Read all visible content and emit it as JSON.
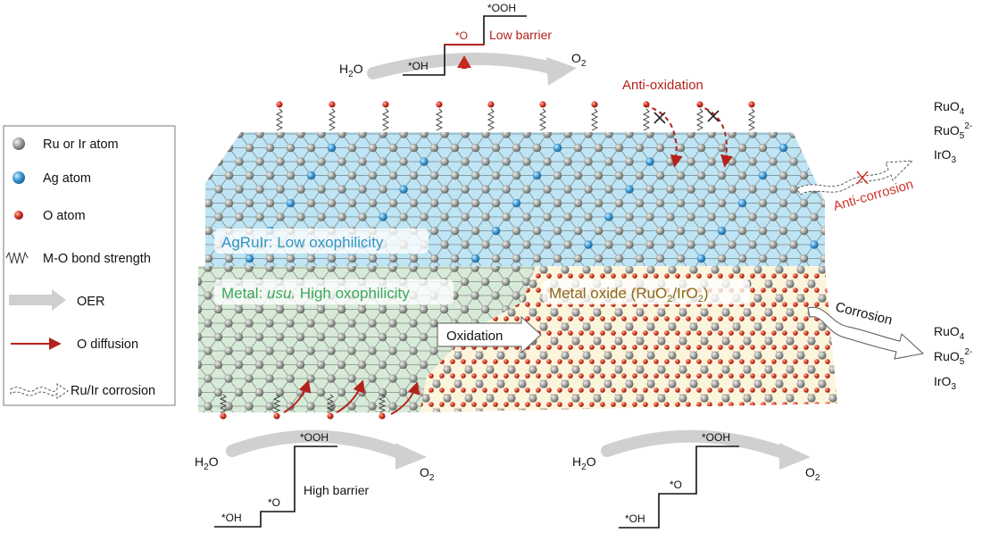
{
  "legend": {
    "items": [
      {
        "label": "Ru or Ir atom",
        "icon": "gray-atom-icon"
      },
      {
        "label": "Ag atom",
        "icon": "blue-atom-icon"
      },
      {
        "label": "O atom",
        "icon": "red-atom-icon"
      },
      {
        "label": "M-O bond strength",
        "icon": "zigzag-bond-icon"
      },
      {
        "label": "OER",
        "icon": "gray-arrow-icon"
      },
      {
        "label": "O diffusion",
        "icon": "red-arrow-icon"
      },
      {
        "label": "Ru/Ir corrosion",
        "icon": "wavy-arrow-icon"
      }
    ]
  },
  "regions": {
    "agruir": "AgRuIr: Low oxophilicity",
    "metal_prefix": "Metal: ",
    "metal_italic": "usu.",
    "metal_suffix": " High oxophilicity",
    "oxide_prefix": "Metal oxide (RuO",
    "oxide_mid": "/IrO",
    "oxide_suffix": ")",
    "oxidation": "Oxidation",
    "sub2": "2"
  },
  "top_reaction": {
    "reactant": "H",
    "reactant_sub": "2",
    "reactant_tail": "O",
    "product": "O",
    "product_sub": "2",
    "oh": "*OH",
    "o": "*O",
    "ooh": "*OOH",
    "barrier": "Low barrier"
  },
  "bottom_left_reaction": {
    "reactant": "H",
    "reactant_sub": "2",
    "reactant_tail": "O",
    "product": "O",
    "product_sub": "2",
    "oh": "*OH",
    "o": "*O",
    "ooh": "*OOH",
    "barrier": "High barrier"
  },
  "bottom_right_reaction": {
    "reactant": "H",
    "reactant_sub": "2",
    "reactant_tail": "O",
    "product": "O",
    "product_sub": "2",
    "oh": "*OH",
    "o": "*O",
    "ooh": "*OOH"
  },
  "labels": {
    "anti_oxidation": "Anti-oxidation",
    "anti_corrosion": "Anti-corrosion",
    "corrosion": "Corrosion"
  },
  "species_top": [
    {
      "base": "RuO",
      "sub": "4",
      "sup": ""
    },
    {
      "base": "RuO",
      "sub": "5",
      "sup": "2-"
    },
    {
      "base": "IrO",
      "sub": "3",
      "sup": ""
    }
  ],
  "species_bottom": [
    {
      "base": "RuO",
      "sub": "4",
      "sup": ""
    },
    {
      "base": "RuO",
      "sub": "5",
      "sup": "2-"
    },
    {
      "base": "IrO",
      "sub": "3",
      "sup": ""
    }
  ],
  "colors": {
    "blue_region": "#bfe4f3",
    "green_region": "#d7ead8",
    "oxide_region": "#fbf5dc",
    "ru_atom": "#8f938f",
    "ag_atom": "#3a95cf",
    "o_atom": "#c4281e",
    "dark_red": "#b3231b",
    "agruir_text": "#2f96c4",
    "metal_text": "#3aa85a",
    "oxide_text": "#8b6914"
  }
}
